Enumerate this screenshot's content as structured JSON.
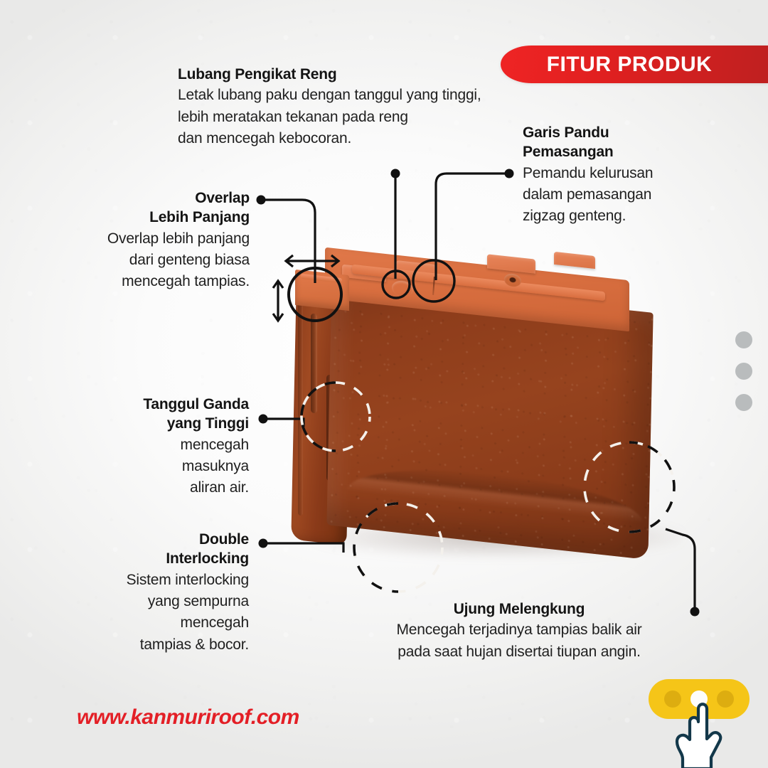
{
  "banner": {
    "title": "FITUR PRODUK",
    "bg_color": "#e02020",
    "text_color": "#ffffff"
  },
  "features": [
    {
      "id": "lubang-pengikat-reng",
      "title": "Lubang Pengikat Reng",
      "body": "Letak lubang paku dengan tanggul yang tinggi, lebih meratakan tekanan pada reng dan mencegah kebocoran."
    },
    {
      "id": "garis-pandu-pemasangan",
      "title": "Garis Pandu Pemasangan",
      "body": "Pemandu kelurusan dalam pemasangan zigzag genteng."
    },
    {
      "id": "overlap-lebih-panjang",
      "title": "Overlap Lebih Panjang",
      "body": "Overlap lebih panjang dari genteng biasa mencegah tampias."
    },
    {
      "id": "tanggul-ganda-yang-tinggi",
      "title": "Tanggul Ganda yang Tinggi",
      "body": "mencegah masuknya aliran air."
    },
    {
      "id": "double-interlocking",
      "title": "Double Interlocking",
      "body": "Sistem interlocking yang sempurna mencegah tampias & bocor."
    },
    {
      "id": "ujung-melengkung",
      "title": "Ujung Melengkung",
      "body": "Mencegah terjadinya tampias balik air pada saat hujan disertai tiupan angin."
    }
  ],
  "callouts": {
    "lubang": {
      "title": "Lubang Pengikat Reng",
      "line1": "Letak lubang paku dengan tanggul yang tinggi,",
      "line2": "lebih meratakan tekanan pada reng",
      "line3": "dan mencegah kebocoran."
    },
    "garis": {
      "title_line1": "Garis Pandu",
      "title_line2": "Pemasangan",
      "line1": "Pemandu kelurusan",
      "line2": "dalam pemasangan",
      "line3": "zigzag genteng."
    },
    "overlap": {
      "title_line1": "Overlap",
      "title_line2": "Lebih Panjang",
      "line1": "Overlap lebih panjang",
      "line2": "dari genteng biasa",
      "line3": "mencegah tampias."
    },
    "tanggul": {
      "title_line1": "Tanggul Ganda",
      "title_line2": "yang Tinggi",
      "line1": "mencegah",
      "line2": "masuknya",
      "line3": "aliran air."
    },
    "double": {
      "title_line1": "Double",
      "title_line2": "Interlocking",
      "line1": "Sistem interlocking",
      "line2": "yang sempurna",
      "line3": "mencegah",
      "line4": "tampias & bocor."
    },
    "ujung": {
      "title": "Ujung Melengkung",
      "line1": "Mencegah terjadinya tampias balik air",
      "line2": "pada saat hujan disertai tiupan angin."
    }
  },
  "footer": {
    "url": "www.kanmuriroof.com",
    "url_color": "#e31f26"
  },
  "decor": {
    "side_dots_count": 3,
    "side_dot_color": "#b9bcbd",
    "pill_color": "#f5c518",
    "pill_dot_color": "#ddad10",
    "pill_active_dot_color": "#fdfdfb",
    "hand_icon": "pointing-hand-icon"
  },
  "product": {
    "name": "roof-tile",
    "body_color": "#8e3d1b",
    "rail_color": "#d96f40"
  }
}
